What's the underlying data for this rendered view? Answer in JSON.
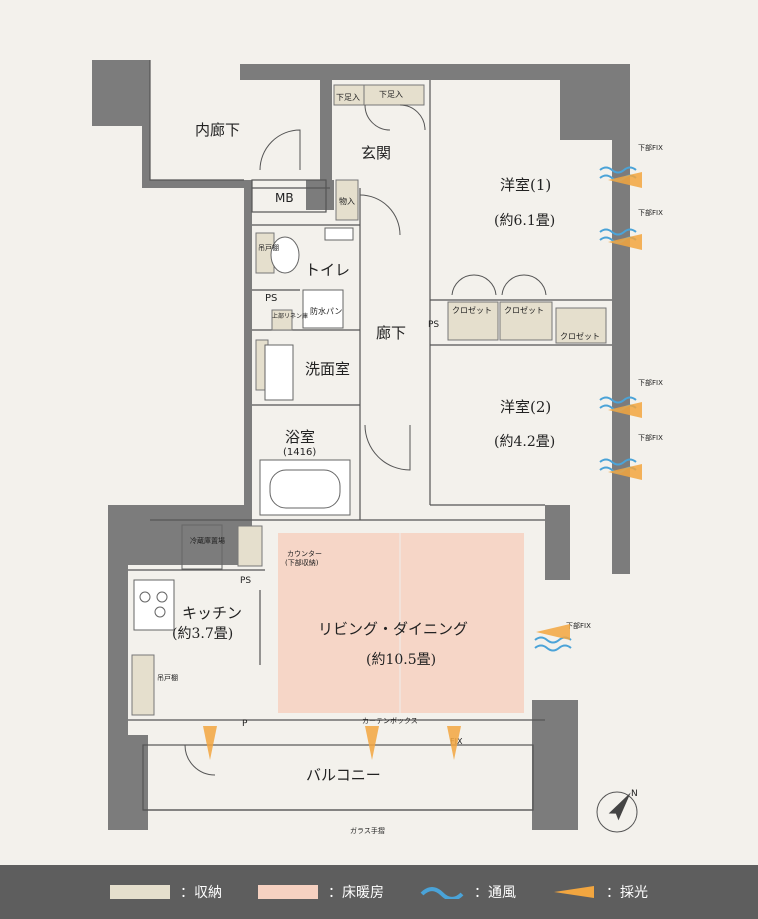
{
  "rooms": {
    "inner_corridor": "内廊下",
    "entrance": "玄関",
    "mb": "MB",
    "toilet": "トイレ",
    "ps": "PS",
    "washroom": "洗面室",
    "bath": "浴室",
    "bath_size": "(1416)",
    "corridor": "廊下",
    "western1": "洋室(1)",
    "western1_size": "(約6.1畳)",
    "western2": "洋室(2)",
    "western2_size": "(約4.2畳)",
    "kitchen": "キッチン",
    "kitchen_size": "(約3.7畳)",
    "living": "リビング・ダイニング",
    "living_size": "(約10.5畳)",
    "balcony": "バルコニー"
  },
  "storage": {
    "shoe1": "下足入",
    "shoe2": "下足入",
    "closet_small": "物入",
    "closet_a": "クロゼット",
    "closet_b": "クロゼット",
    "closet_c": "クロゼット",
    "hanging_shelf": "吊戸棚",
    "upper_linen": "上部リネン庫",
    "washer_pan": "防水パン",
    "fridge": "冷蔵庫置場",
    "counter": "カウンター",
    "counter_sub": "(下部収納)",
    "hanging_shelf2": "吊戸棚",
    "ps2": "PS",
    "ps3": "PS",
    "p": "P"
  },
  "annotations": {
    "fix1": "下部FIX",
    "fix2": "下部FIX",
    "fix3": "下部FIX",
    "fix4": "下部FIX",
    "fix5": "下部FIX",
    "curtain": "カーテンボックス",
    "fix_bottom": "FIX",
    "glass_rail": "ガラス手摺",
    "north": "N"
  },
  "legend": {
    "storage": "：収納",
    "floor_heating": "：床暖房",
    "ventilation": "：通風",
    "daylight": "：採光"
  },
  "colors": {
    "storage": "#e5dfcd",
    "floor_heating": "#f6d1c1",
    "wall": "#7a7a7a",
    "ventilation": "#4aa3d8",
    "daylight": "#f2a640"
  }
}
